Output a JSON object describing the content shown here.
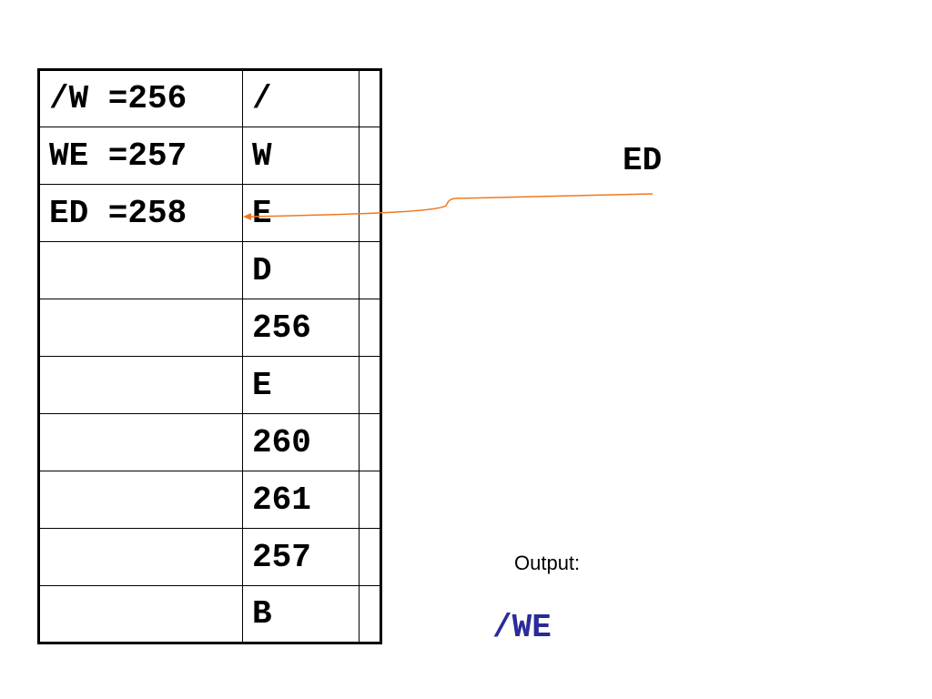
{
  "table": {
    "rows": [
      {
        "entry": "/W =256",
        "symbol": "/"
      },
      {
        "entry": "WE =257",
        "symbol": "W"
      },
      {
        "entry": "ED =258",
        "symbol": "E"
      },
      {
        "entry": "",
        "symbol": "D"
      },
      {
        "entry": "",
        "symbol": "256"
      },
      {
        "entry": "",
        "symbol": "E"
      },
      {
        "entry": "",
        "symbol": "260"
      },
      {
        "entry": "",
        "symbol": "261"
      },
      {
        "entry": "",
        "symbol": "257"
      },
      {
        "entry": "",
        "symbol": "B"
      }
    ]
  },
  "current_string": "ED",
  "output": {
    "label": "Output:",
    "value": "/WE"
  },
  "colors": {
    "arrow": "#f07820",
    "output_value": "#2b2b9a"
  }
}
